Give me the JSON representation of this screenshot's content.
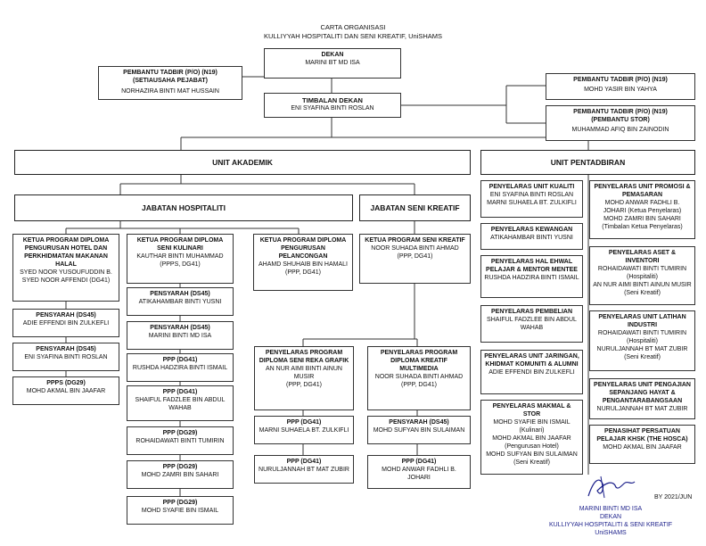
{
  "header": {
    "line1": "CARTA ORGANISASI",
    "line2": "KULLIYYAH HOSPITALITI DAN SENI KREATIF, UniSHAMS"
  },
  "dekan": {
    "title": "DEKAN",
    "name": "MARINI BT MD ISA"
  },
  "pembantu_pejabat": {
    "title": "PEMBANTU TADBIR (P/O) (N19)",
    "subtitle": "(SETIAUSAHA PEJABAT)",
    "name": "NORHAZIRA BINTI MAT HUSSAIN"
  },
  "timbalan": {
    "title": "TIMBALAN DEKAN",
    "name": "ENI SYAFINA BINTI ROSLAN"
  },
  "pembantu_1": {
    "title": "PEMBANTU TADBIR (P/O) (N19)",
    "name": "MOHD YASIR BIN YAHYA"
  },
  "pembantu_stor": {
    "title": "PEMBANTU TADBIR (P/O) (N19)",
    "subtitle": "(PEMBANTU STOR)",
    "name": "MUHAMMAD AFIQ BIN ZAINODIN"
  },
  "unit_akademik": "UNIT AKADEMIK",
  "unit_pentadbiran": "UNIT PENTADBIRAN",
  "jabatan_hospitaliti": "JABATAN HOSPITALITI",
  "jabatan_seni": "JABATAN SENI KREATIF",
  "col1": {
    "ketua": {
      "title": "KETUA PROGRAM DIPLOMA PENGURUSAN HOTEL DAN PERKHIDMATAN MAKANAN HALAL",
      "name": "SYED NOOR YUSOUFUDDIN B. SYED NOOR AFFENDI (DG41)"
    },
    "p1": {
      "title": "PENSYARAH (DS45)",
      "name": "ADIE EFFENDI BIN ZULKEFLI"
    },
    "p2": {
      "title": "PENSYARAH (DS45)",
      "name": "ENI SYAFINA BINTI ROSLAN"
    },
    "p3": {
      "title": "PPPS (DG29)",
      "name": "MOHD AKMAL BIN JAAFAR"
    }
  },
  "col2": {
    "ketua": {
      "title": "KETUA PROGRAM DIPLOMA SENI KULINARI",
      "name": "KAUTHAR BINTI MUHAMMAD",
      "grade": "(PPPS, DG41)"
    },
    "p1": {
      "title": "PENSYARAH (DS45)",
      "name": "ATIKAHAMBAR BINTI YUSNI"
    },
    "p2": {
      "title": "PENSYARAH (DS45)",
      "name": "MARINI BINTI MD ISA"
    },
    "p3": {
      "title": "PPP (DG41)",
      "name": "RUSHDA HADZIRA BINTI ISMAIL"
    },
    "p4": {
      "title": "PPP (DG41)",
      "name": "SHAIFUL FADZLEE BIN ABDUL WAHAB"
    },
    "p5": {
      "title": "PPP (DG29)",
      "name": "ROHAIDAWATI BINTI TUMIRIN"
    },
    "p6": {
      "title": "PPP (DG29)",
      "name": "MOHD ZAMRI BIN SAHARI"
    },
    "p7": {
      "title": "PPP (DG29)",
      "name": "MOHD SYAFIE BIN ISMAIL"
    }
  },
  "col3": {
    "ketua": {
      "title": "KETUA PROGRAM DIPLOMA PENGURUSAN PELANCONGAN",
      "name": "AHAMD SHUHAIB BIN HAMALI",
      "grade": "(PPP, DG41)"
    }
  },
  "seni": {
    "ketua": {
      "title": "KETUA PROGRAM SENI KREATIF",
      "name": "NOOR SUHADA BINTI AHMAD",
      "grade": "(PPP, DG41)"
    },
    "grafik": {
      "title": "PENYELARAS PROGRAM DIPLOMA SENI REKA GRAFIK",
      "name": "AN NUR AIMI BINTI AINUN MUSIR",
      "grade": "(PPP, DG41)"
    },
    "multimedia": {
      "title": "PENYELARAS PROGRAM DIPLOMA KREATIF MULTIMEDIA",
      "name": "NOOR SUHADA BINTI AHMAD",
      "grade": "(PPP, DG41)"
    },
    "g1": {
      "title": "PPP (DG41)",
      "name": "MARNI SUHAELA BT. ZULKIFLI"
    },
    "g2": {
      "title": "PPP (DG41)",
      "name": "NURULJANNAH BT MAT ZUBIR"
    },
    "m1": {
      "title": "PENSYARAH (DS45)",
      "name": "MOHD SUFYAN BIN SULAIMAN"
    },
    "m2": {
      "title": "PPP (DG41)",
      "name": "MOHD ANWAR FADHLI B. JOHARI"
    }
  },
  "pentadbiran_left": {
    "kualiti": {
      "title": "PENYELARAS UNIT KUALITI",
      "name1": "ENI SYAFINA BINTI ROSLAN",
      "name2": "MARNI SUHAELA BT. ZULKIFLI"
    },
    "kewangan": {
      "title": "PENYELARAS KEWANGAN",
      "name": "ATIKAHAMBAR BINTI YUSNI"
    },
    "hep": {
      "title": "PENYELARAS HAL EHWAL PELAJAR & MENTOR MENTEE",
      "name": "RUSHDA HADZIRA BINTI ISMAIL"
    },
    "pembelian": {
      "title": "PENYELARAS PEMBELIAN",
      "name": "SHAIFUL FADZLEE BIN ABDUL WAHAB"
    },
    "jaringan": {
      "title": "PENYELARAS UNIT JARINGAN, KHIDMAT KOMUNITI & ALUMNI",
      "name": "ADIE EFFENDI BIN ZULKEFLI"
    },
    "makmal": {
      "title": "PENYELARAS MAKMAL & STOR",
      "n1": "MOHD SYAFIE BIN ISMAIL",
      "n1b": "(Kulinari)",
      "n2": "MOHD AKMAL BIN JAAFAR",
      "n2b": "(Pengurusan Hotel)",
      "n3": "MOHD SUFYAN BIN SULAIMAN",
      "n3b": "(Seni Kreatif)"
    }
  },
  "pentadbiran_right": {
    "promosi": {
      "title": "PENYELARAS UNIT PROMOSI & PEMASARAN",
      "n1": "MOHD ANWAR FADHLI B. JOHARI (Ketua Penyelaras)",
      "n2": "MOHD ZAMRI BIN SAHARI (Timbalan Ketua Penyelaras)"
    },
    "aset": {
      "title": "PENYELARAS ASET & INVENTORI",
      "n1": "ROHAIDAWATI BINTI TUMIRIN (Hospitaliti)",
      "n2": "AN NUR AIMI BINTI AINUN MUSIR (Seni Kreatif)"
    },
    "latihan": {
      "title": "PENYELARAS UNIT LATIHAN INDUSTRI",
      "n1": "ROHAIDAWATI BINTI TUMIRIN",
      "n1b": "(Hospitaliti)",
      "n2": "NURULJANNAH BT MAT ZUBIR",
      "n2b": "(Seni Kreatif)"
    },
    "pengajian": {
      "title": "PENYELARAS UNIT PENGAJIAN SEPANJANG HAYAT & PENGANTARABANGSAAN",
      "name": "NURULJANNAH BT MAT ZUBIR"
    },
    "hosca": {
      "title": "PENASIHAT PERSATUAN PELAJAR KHSK (The HOSCA)",
      "name": "MOHD AKMAL BIN JAAFAR"
    }
  },
  "signature": {
    "name": "MARINI BINTI MD ISA",
    "role": "DEKAN",
    "org1": "KULLIYYAH HOSPITALITI & SENI KREATIF",
    "org2": "UniSHAMS"
  },
  "date": "BY 2021/JUN"
}
